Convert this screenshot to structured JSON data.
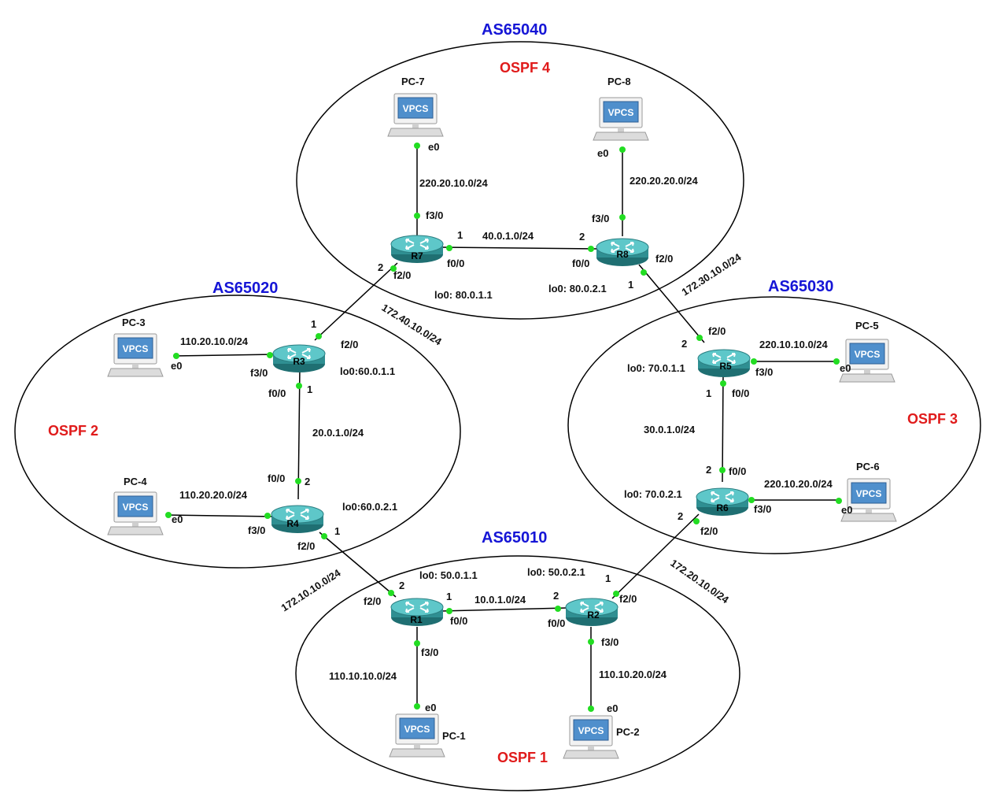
{
  "colors": {
    "as_label": "#1515d6",
    "ospf_label": "#e01b1b",
    "port_dot": "#22dd22",
    "link": "#000000",
    "router_body": "#2f8f92",
    "router_top": "#5ec7c9",
    "pc_screen": "#4f8fcc"
  },
  "areas": {
    "as65040": {
      "label": "AS65040",
      "ospf": "OSPF 4"
    },
    "as65020": {
      "label": "AS65020",
      "ospf": "OSPF 2"
    },
    "as65030": {
      "label": "AS65030",
      "ospf": "OSPF 3"
    },
    "as65010": {
      "label": "AS65010",
      "ospf": "OSPF 1"
    }
  },
  "routers": {
    "r1": {
      "name": "R1",
      "loopback": "lo0: 50.0.1.1"
    },
    "r2": {
      "name": "R2",
      "loopback": "lo0: 50.0.2.1"
    },
    "r3": {
      "name": "R3",
      "loopback": "lo0:60.0.1.1"
    },
    "r4": {
      "name": "R4",
      "loopback": "lo0:60.0.2.1"
    },
    "r5": {
      "name": "R5",
      "loopback": "lo0: 70.0.1.1"
    },
    "r6": {
      "name": "R6",
      "loopback": "lo0: 70.0.2.1"
    },
    "r7": {
      "name": "R7",
      "loopback": "lo0: 80.0.1.1"
    },
    "r8": {
      "name": "R8",
      "loopback": "lo0: 80.0.2.1"
    }
  },
  "pcs": {
    "pc1": {
      "name": "PC-1",
      "badge": "VPCS"
    },
    "pc2": {
      "name": "PC-2",
      "badge": "VPCS"
    },
    "pc3": {
      "name": "PC-3",
      "badge": "VPCS"
    },
    "pc4": {
      "name": "PC-4",
      "badge": "VPCS"
    },
    "pc5": {
      "name": "PC-5",
      "badge": "VPCS"
    },
    "pc6": {
      "name": "PC-6",
      "badge": "VPCS"
    },
    "pc7": {
      "name": "PC-7",
      "badge": "VPCS"
    },
    "pc8": {
      "name": "PC-8",
      "badge": "VPCS"
    }
  },
  "links": {
    "r7_pc7": {
      "subnet": "220.20.10.0/24",
      "a_port": "f3/0",
      "b_port": "e0"
    },
    "r8_pc8": {
      "subnet": "220.20.20.0/24",
      "a_port": "f3/0",
      "b_port": "e0"
    },
    "r7_r8": {
      "subnet": "40.0.1.0/24",
      "a_port": "f0/0",
      "a_id": "1",
      "b_port": "f0/0",
      "b_id": "2"
    },
    "r7_r3": {
      "subnet": "172.40.10.0/24",
      "a_port": "f2/0",
      "a_id": "2",
      "b_port": "f2/0",
      "b_id": "1"
    },
    "r8_r5": {
      "subnet": "172.30.10.0/24",
      "a_port": "f2/0",
      "a_id": "1",
      "b_port": "f2/0",
      "b_id": "2"
    },
    "r3_pc3": {
      "subnet": "110.20.10.0/24",
      "a_port": "f3/0",
      "b_port": "e0"
    },
    "r3_r4": {
      "subnet": "20.0.1.0/24",
      "a_port": "f0/0",
      "a_id": "1",
      "b_port": "f0/0",
      "b_id": "2"
    },
    "r4_pc4": {
      "subnet": "110.20.20.0/24",
      "a_port": "f3/0",
      "b_port": "e0"
    },
    "r4_r1": {
      "subnet": "172.10.10.0/24",
      "a_port": "f2/0",
      "a_id": "1",
      "b_port": "f2/0",
      "b_id": "2"
    },
    "r5_pc5": {
      "subnet": "220.10.10.0/24",
      "a_port": "f3/0",
      "b_port": "e0"
    },
    "r5_r6": {
      "subnet": "30.0.1.0/24",
      "a_port": "f0/0",
      "a_id": "1",
      "b_port": "f0/0",
      "b_id": "2"
    },
    "r6_pc6": {
      "subnet": "220.10.20.0/24",
      "a_port": "f3/0",
      "b_port": "e0"
    },
    "r6_r2": {
      "subnet": "172.20.10.0/24",
      "a_port": "f2/0",
      "a_id": "2",
      "b_port": "f2/0",
      "b_id": "1"
    },
    "r1_r2": {
      "subnet": "10.0.1.0/24",
      "a_port": "f0/0",
      "a_id": "1",
      "b_port": "f0/0",
      "b_id": "2"
    },
    "r1_pc1": {
      "subnet": "110.10.10.0/24",
      "a_port": "f3/0",
      "b_port": "e0"
    },
    "r2_pc2": {
      "subnet": "110.10.20.0/24",
      "a_port": "f3/0",
      "b_port": "e0"
    }
  }
}
